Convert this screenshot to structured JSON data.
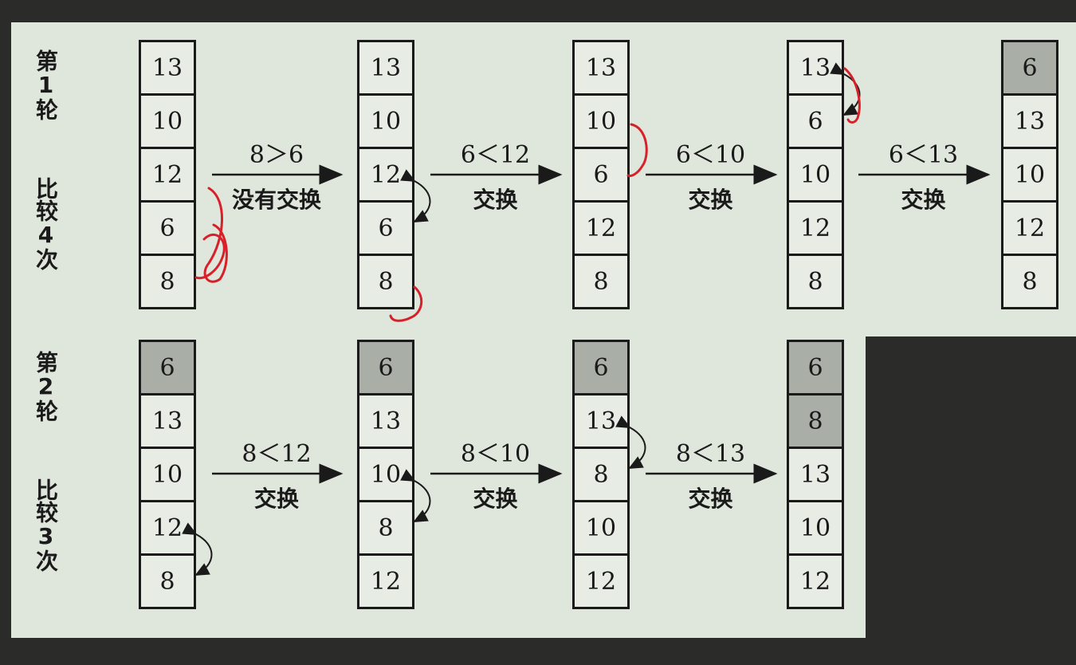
{
  "rounds": [
    {
      "label": "第1轮",
      "count_label": "比较4次",
      "columns": [
        [
          {
            "v": "13"
          },
          {
            "v": "10"
          },
          {
            "v": "12"
          },
          {
            "v": "6"
          },
          {
            "v": "8"
          }
        ],
        [
          {
            "v": "13"
          },
          {
            "v": "10"
          },
          {
            "v": "12"
          },
          {
            "v": "6"
          },
          {
            "v": "8"
          }
        ],
        [
          {
            "v": "13"
          },
          {
            "v": "10"
          },
          {
            "v": "6"
          },
          {
            "v": "12"
          },
          {
            "v": "8"
          }
        ],
        [
          {
            "v": "13"
          },
          {
            "v": "6"
          },
          {
            "v": "10"
          },
          {
            "v": "12"
          },
          {
            "v": "8"
          }
        ],
        [
          {
            "v": "6",
            "shaded": true
          },
          {
            "v": "13"
          },
          {
            "v": "10"
          },
          {
            "v": "12"
          },
          {
            "v": "8"
          }
        ]
      ],
      "steps": [
        {
          "condition": "8＞6",
          "action": "没有交换"
        },
        {
          "condition": "6＜12",
          "action": "交换"
        },
        {
          "condition": "6＜10",
          "action": "交换"
        },
        {
          "condition": "6＜13",
          "action": "交换"
        }
      ]
    },
    {
      "label": "第2轮",
      "count_label": "比较3次",
      "columns": [
        [
          {
            "v": "6",
            "shaded": true
          },
          {
            "v": "13"
          },
          {
            "v": "10"
          },
          {
            "v": "12"
          },
          {
            "v": "8"
          }
        ],
        [
          {
            "v": "6",
            "shaded": true
          },
          {
            "v": "13"
          },
          {
            "v": "10"
          },
          {
            "v": "8"
          },
          {
            "v": "12"
          }
        ],
        [
          {
            "v": "6",
            "shaded": true
          },
          {
            "v": "13"
          },
          {
            "v": "8"
          },
          {
            "v": "10"
          },
          {
            "v": "12"
          }
        ],
        [
          {
            "v": "6",
            "shaded": true
          },
          {
            "v": "8",
            "shaded": true
          },
          {
            "v": "13"
          },
          {
            "v": "10"
          },
          {
            "v": "12"
          }
        ]
      ],
      "steps": [
        {
          "condition": "8＜12",
          "action": "交换"
        },
        {
          "condition": "8＜10",
          "action": "交换"
        },
        {
          "condition": "8＜13",
          "action": "交换"
        }
      ]
    }
  ],
  "colors": {
    "board": "#dfe6dc",
    "cell": "#e7ede5",
    "shaded_cell": "#a9aea7",
    "ink": "#1a1a1a",
    "annotation": "#d8202a"
  }
}
